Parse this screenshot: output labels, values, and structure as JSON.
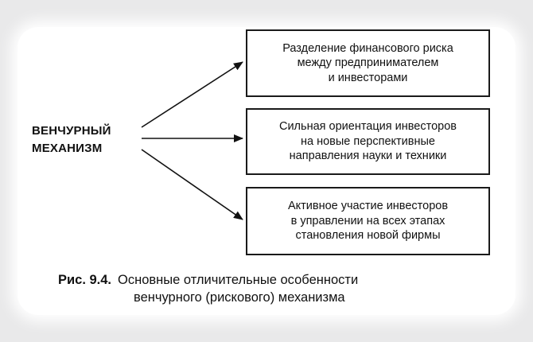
{
  "mechanism": {
    "line1": "ВЕНЧУРНЫЙ",
    "line2": "МЕХАНИЗМ"
  },
  "features": [
    {
      "lines": [
        "Разделение финансового риска",
        "между предпринимателем",
        "и инвесторами"
      ]
    },
    {
      "lines": [
        "Сильная ориентация инвесторов",
        "на новые перспективные",
        "направления науки и техники"
      ]
    },
    {
      "lines": [
        "Активное участие инвесторов",
        "в управлении на всех этапах",
        "становления новой фирмы"
      ]
    }
  ],
  "caption": {
    "figure_number": "Рис. 9.4.",
    "line1": "Основные отличительные особенности",
    "line2": "венчурного (рискового) механизма"
  },
  "colors": {
    "background": "#e9e9ea",
    "card": "#ffffff",
    "ink": "#111111"
  }
}
